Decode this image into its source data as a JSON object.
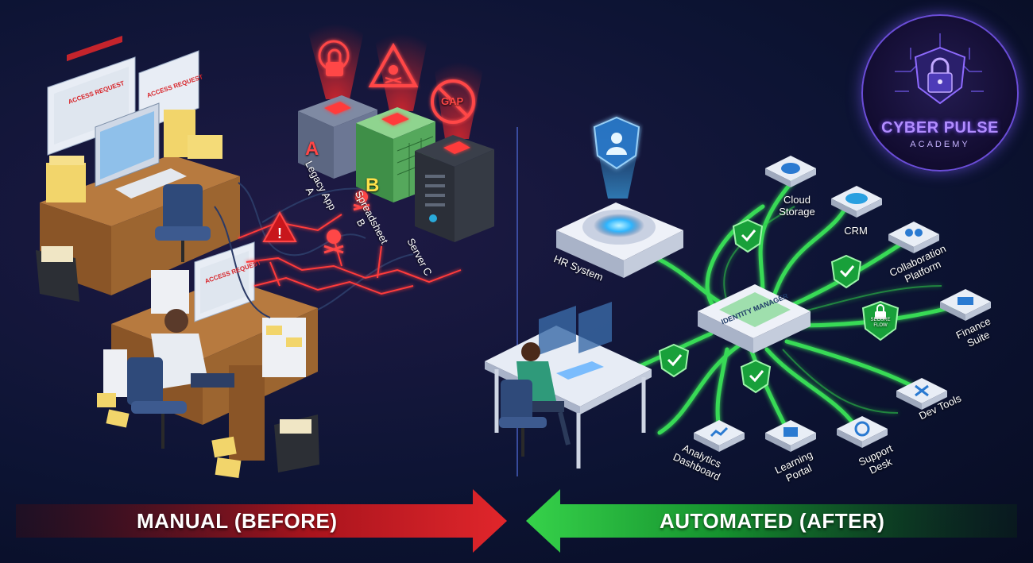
{
  "before": {
    "access_request_1": "ACCESS REQUEST",
    "access_request_2": "ACCESS REQUEST",
    "access_request_3": "ACCESS REQUEST",
    "servers": [
      {
        "letter": "A",
        "label": "Legacy App A"
      },
      {
        "letter": "B",
        "label": "Spreadsheet B"
      },
      {
        "letter": "",
        "label": "Server C"
      }
    ],
    "gap_sign": "GAP"
  },
  "after": {
    "hr_system": "HR System",
    "identity_manager": "IDENTITY MANAGER",
    "secure_flow": "SECURE FLOW",
    "apps": [
      {
        "label": "Cloud Storage",
        "icon": "cloud-icon"
      },
      {
        "label": "CRM",
        "icon": "crm-cloud-icon"
      },
      {
        "label": "Collaboration Platform",
        "icon": "team-icon"
      },
      {
        "label": "Finance Suite",
        "icon": "chart-icon"
      },
      {
        "label": "Dev Tools",
        "icon": "tools-icon"
      },
      {
        "label": "Support Desk",
        "icon": "headset-icon"
      },
      {
        "label": "Learning Portal",
        "icon": "book-icon"
      },
      {
        "label": "Analytics Dashboard",
        "icon": "analytics-icon"
      }
    ]
  },
  "logo": {
    "title": "CYBER PULSE",
    "subtitle": "ACADEMY"
  },
  "arrows": {
    "left": "MANUAL (BEFORE)",
    "right": "AUTOMATED (AFTER)"
  },
  "colors": {
    "manual": "#d8262b",
    "automated": "#2fd04a",
    "accent": "#7a4dff"
  }
}
